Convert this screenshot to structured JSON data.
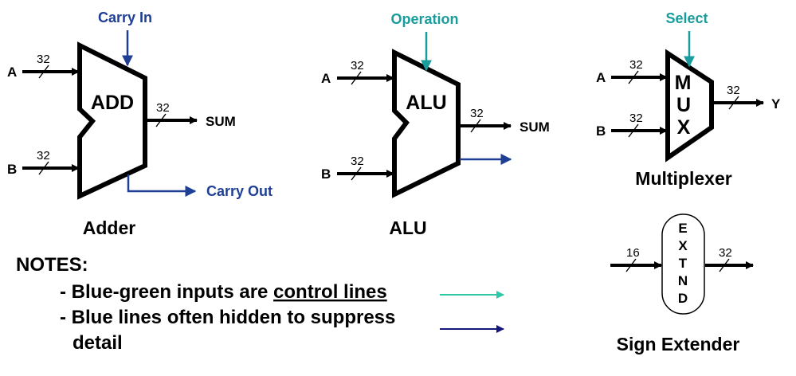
{
  "colors": {
    "black": "#000000",
    "blue": "#1f3f95",
    "teal": "#1a9c9c",
    "teal_legend": "#2cc8a8",
    "navy_legend": "#14167a"
  },
  "adder": {
    "label": "ADD",
    "caption": "Adder",
    "carry_in": "Carry In",
    "carry_out": "Carry Out",
    "input_a": "A",
    "input_b": "B",
    "output": "SUM",
    "width_a": "32",
    "width_b": "32",
    "width_out": "32"
  },
  "alu": {
    "label": "ALU",
    "caption": "ALU",
    "operation": "Operation",
    "input_a": "A",
    "input_b": "B",
    "output": "SUM",
    "width_a": "32",
    "width_b": "32",
    "width_out": "32"
  },
  "mux": {
    "letters": [
      "M",
      "U",
      "X"
    ],
    "caption": "Multiplexer",
    "select": "Select",
    "input_a": "A",
    "input_b": "B",
    "output": "Y",
    "width_a": "32",
    "width_b": "32",
    "width_out": "32"
  },
  "sign_extender": {
    "letters": [
      "E",
      "X",
      "T",
      "N",
      "D"
    ],
    "caption": "Sign Extender",
    "width_in": "16",
    "width_out": "32"
  },
  "notes": {
    "heading": "NOTES:",
    "line1_prefix": "- Blue-green inputs are ",
    "line1_underlined": "control lines",
    "line2": "- Blue lines often hidden to suppress",
    "line3": "detail"
  }
}
